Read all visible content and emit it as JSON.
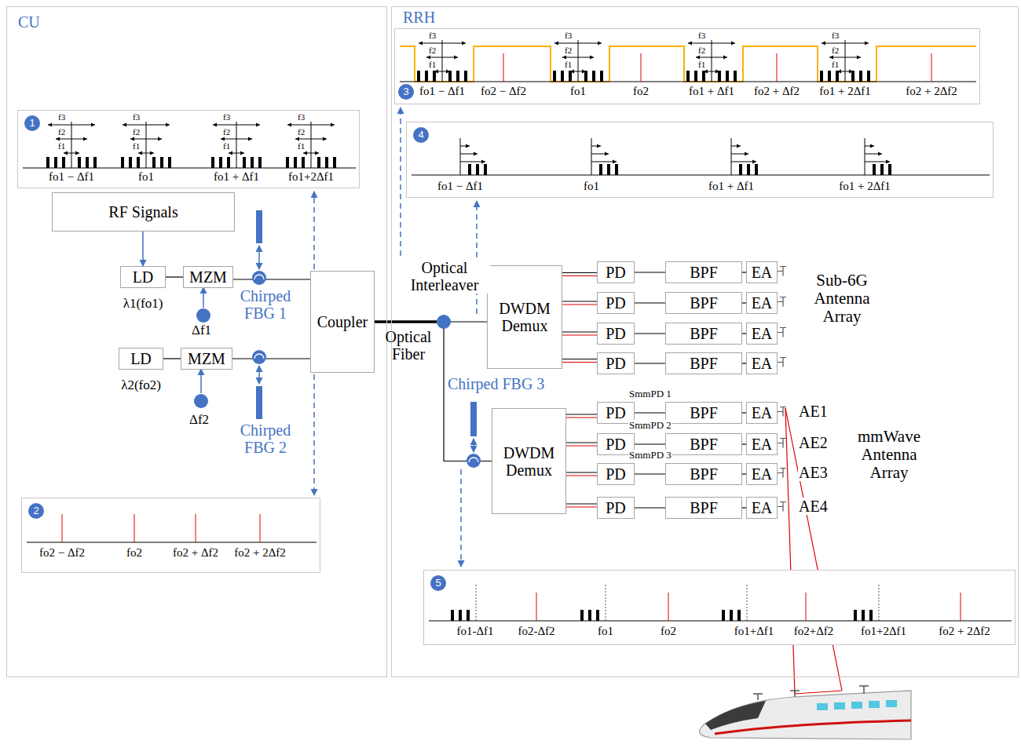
{
  "diagram": {
    "nodes": [
      {
        "text": [
          "CU"
        ]
      },
      {
        "text": [
          "RRH"
        ]
      },
      {
        "text": [
          "1",
          "fo1 − Δf1",
          "fo1",
          "fo1 + Δf1",
          "fo1+2Δf1",
          "f3",
          "f2",
          "f1",
          "f3",
          "f2",
          "f1",
          "f3",
          "f2",
          "f1",
          "f3",
          "f2",
          "f1"
        ],
        "in": 0
      },
      {
        "text": [
          "RF Signals"
        ],
        "in": 0
      },
      {
        "text": [
          "LD",
          "λ1(fo1)"
        ],
        "in": 0
      },
      {
        "text": [
          "MZM"
        ],
        "in": 0
      },
      {
        "text": [
          "LD",
          "λ2(fo2)"
        ],
        "in": 0
      },
      {
        "text": [
          "MZM"
        ],
        "in": 0
      },
      {
        "text": [
          "Coupler"
        ],
        "in": 0
      },
      {
        "text": [
          "2",
          "fo2 − Δf2",
          "fo2",
          "fo2 + Δf2",
          "fo2 + 2Δf2"
        ],
        "in": 0
      },
      {
        "text": [
          "3",
          "fo1 − Δf1",
          "fo2 − Δf2",
          "fo1",
          "fo2",
          "fo1 + Δf1",
          "fo2 + Δf2",
          "fo1 + 2Δf1",
          "fo2 + 2Δf2",
          "f3",
          "f2",
          "f1",
          "f3",
          "f2",
          "f1",
          "f3",
          "f2",
          "f1",
          "f3",
          "f2",
          "f1"
        ],
        "in": 1
      },
      {
        "text": [
          "4",
          "fo1 − Δf1",
          "fo1",
          "fo1 + Δf1",
          "fo1 + 2Δf1"
        ],
        "in": 1
      },
      {
        "text": [
          "DWDM Demux"
        ],
        "in": 1
      },
      {
        "text": [
          "PD"
        ],
        "in": 1
      },
      {
        "text": [
          "PD"
        ],
        "in": 1
      },
      {
        "text": [
          "PD"
        ],
        "in": 1
      },
      {
        "text": [
          "PD"
        ],
        "in": 1
      },
      {
        "text": [
          "BPF"
        ],
        "in": 1
      },
      {
        "text": [
          "BPF"
        ],
        "in": 1
      },
      {
        "text": [
          "BPF"
        ],
        "in": 1
      },
      {
        "text": [
          "BPF"
        ],
        "in": 1
      },
      {
        "text": [
          "EA"
        ],
        "in": 1
      },
      {
        "text": [
          "EA"
        ],
        "in": 1
      },
      {
        "text": [
          "EA"
        ],
        "in": 1
      },
      {
        "text": [
          "EA"
        ],
        "in": 1
      },
      {
        "text": [
          "DWDM Demux"
        ],
        "in": 1
      },
      {
        "text": [
          "PD"
        ],
        "in": 1
      },
      {
        "text": [
          "PD"
        ],
        "in": 1
      },
      {
        "text": [
          "PD"
        ],
        "in": 1
      },
      {
        "text": [
          "PD"
        ],
        "in": 1
      },
      {
        "text": [
          "BPF"
        ],
        "in": 1
      },
      {
        "text": [
          "BPF"
        ],
        "in": 1
      },
      {
        "text": [
          "BPF"
        ],
        "in": 1
      },
      {
        "text": [
          "BPF"
        ],
        "in": 1
      },
      {
        "text": [
          "EA"
        ],
        "in": 1
      },
      {
        "text": [
          "EA"
        ],
        "in": 1
      },
      {
        "text": [
          "EA"
        ],
        "in": 1
      },
      {
        "text": [
          "EA"
        ],
        "in": 1
      },
      {
        "text": [
          "5",
          "fo1-Δf1",
          "fo2-Δf2",
          "fo1",
          "fo2",
          "fo1+Δf1",
          "fo2+Δf2",
          "fo1+2Δf1",
          "fo2 + 2Δf2"
        ],
        "in": 1
      }
    ],
    "edges": [
      {
        "from": 3,
        "to": 4,
        "arrow": "to"
      },
      {
        "from": 4,
        "to": 5,
        "arrow": "none"
      },
      {
        "from": 6,
        "to": 7,
        "arrow": "none"
      },
      {
        "from": 5,
        "to": 8,
        "arrow": "none"
      },
      {
        "from": 7,
        "to": 8,
        "arrow": "none"
      },
      {
        "from": 8,
        "to": 12,
        "arrow": "none"
      },
      {
        "from": 8,
        "to": 25,
        "arrow": "none"
      },
      {
        "from": 12,
        "to": 13,
        "arrow": "none"
      },
      {
        "from": 12,
        "to": 14,
        "arrow": "none"
      },
      {
        "from": 12,
        "to": 15,
        "arrow": "none"
      },
      {
        "from": 12,
        "to": 16,
        "arrow": "none"
      },
      {
        "from": 13,
        "to": 17,
        "arrow": "none"
      },
      {
        "from": 14,
        "to": 18,
        "arrow": "none"
      },
      {
        "from": 15,
        "to": 19,
        "arrow": "none"
      },
      {
        "from": 16,
        "to": 20,
        "arrow": "none"
      },
      {
        "from": 17,
        "to": 21,
        "arrow": "none"
      },
      {
        "from": 18,
        "to": 22,
        "arrow": "none"
      },
      {
        "from": 19,
        "to": 23,
        "arrow": "none"
      },
      {
        "from": 20,
        "to": 24,
        "arrow": "none"
      },
      {
        "from": 25,
        "to": 26,
        "arrow": "none"
      },
      {
        "from": 25,
        "to": 27,
        "arrow": "none"
      },
      {
        "from": 25,
        "to": 28,
        "arrow": "none"
      },
      {
        "from": 25,
        "to": 29,
        "arrow": "none"
      },
      {
        "from": 26,
        "to": 30,
        "arrow": "none"
      },
      {
        "from": 27,
        "to": 31,
        "arrow": "none"
      },
      {
        "from": 28,
        "to": 32,
        "arrow": "none"
      },
      {
        "from": 29,
        "to": 33,
        "arrow": "none"
      },
      {
        "from": 30,
        "to": 34,
        "arrow": "none"
      },
      {
        "from": 31,
        "to": 35,
        "arrow": "none"
      },
      {
        "from": 32,
        "to": 36,
        "arrow": "none"
      },
      {
        "from": 33,
        "to": 37,
        "arrow": "none"
      }
    ],
    "labels": [
      "Chirped FBG 1",
      "Δf1",
      "Chirped FBG 2",
      "Δf2",
      "Optical Interleaver",
      "Optical Fiber",
      "Chirped FBG 3",
      "Sub-6G Antenna Array",
      "SmmPD 1",
      "SmmPD 2",
      "SmmPD 3",
      "AE1",
      "AE2",
      "AE3",
      "AE4",
      "mmWave Antenna Array"
    ]
  }
}
